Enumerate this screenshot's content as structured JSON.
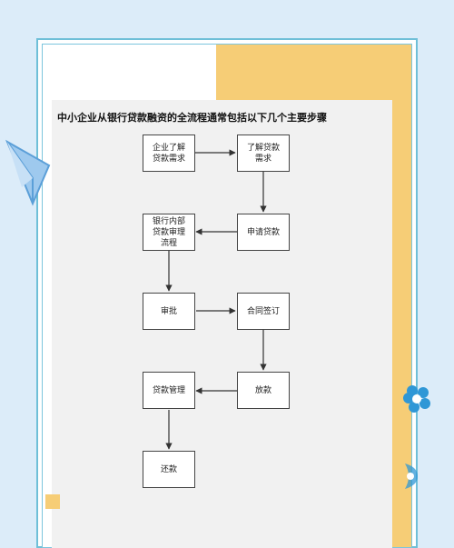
{
  "diagram": {
    "title": "中小企业从银行贷款融资的全流程通常包括以下几个主要步骤",
    "nodes": {
      "n1": "企业了解\n贷款需求",
      "n2": "了解贷款\n需求",
      "n3": "申请贷款",
      "n4": "银行内部\n贷款审理\n流程",
      "n5": "审批",
      "n6": "合同签订",
      "n7": "放款",
      "n8": "贷款管理",
      "n9": "还款"
    },
    "edges": [
      [
        "n1",
        "n2"
      ],
      [
        "n2",
        "n3"
      ],
      [
        "n3",
        "n4"
      ],
      [
        "n4",
        "n5"
      ],
      [
        "n5",
        "n6"
      ],
      [
        "n6",
        "n7"
      ],
      [
        "n7",
        "n8"
      ],
      [
        "n8",
        "n9"
      ]
    ]
  },
  "colors": {
    "background": "#dcecf9",
    "frame": "#6fbfd8",
    "accent_yellow": "#f6cd76",
    "flower_blue": "#2f97d6"
  }
}
